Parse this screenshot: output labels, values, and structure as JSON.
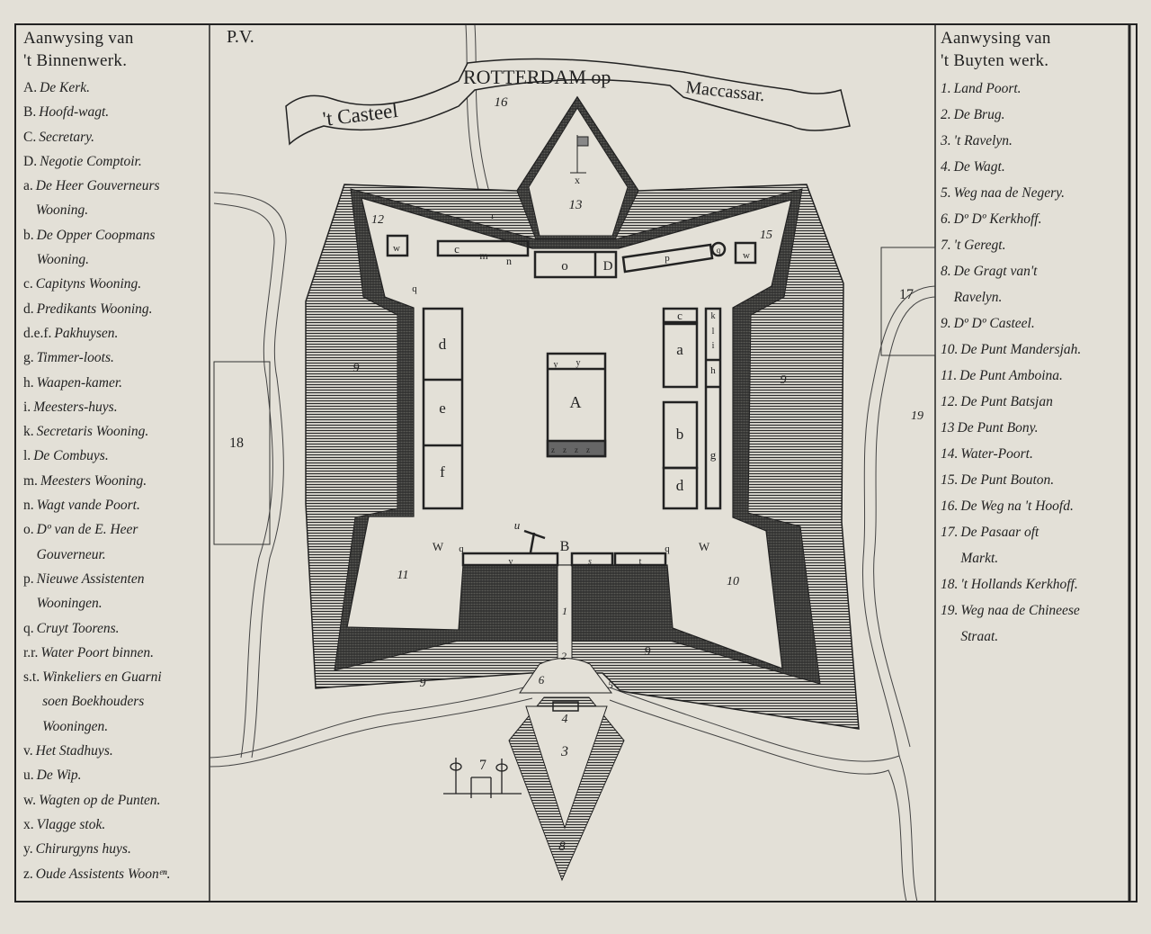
{
  "plate_number": "P.V.",
  "title": {
    "part1": "'t Casteel",
    "part2": "ROTTERDAM op",
    "part3": "Maccassar."
  },
  "legend_inner": {
    "heading_line1": "Aanwysing van",
    "heading_line2": "'t Binnenwerk.",
    "items": [
      {
        "key": "A.",
        "text": "De Kerk."
      },
      {
        "key": "B.",
        "text": "Hoofd-wagt."
      },
      {
        "key": "C.",
        "text": "Secretary."
      },
      {
        "key": "D.",
        "text": "Negotie Comptoir."
      },
      {
        "key": "a.",
        "text": "De Heer Gouverneurs\nWooning."
      },
      {
        "key": "b.",
        "text": "De Opper Coopmans\nWooning."
      },
      {
        "key": "c.",
        "text": "Capityns Wooning."
      },
      {
        "key": "d.",
        "text": "Predikants Wooning."
      },
      {
        "key": "d.e.f.",
        "text": "Pakhuysen."
      },
      {
        "key": "g.",
        "text": "Timmer-loots."
      },
      {
        "key": "h.",
        "text": "Waapen-kamer."
      },
      {
        "key": "i.",
        "text": "Meesters-huys."
      },
      {
        "key": "k.",
        "text": "Secretaris Wooning."
      },
      {
        "key": "l.",
        "text": "De Combuys."
      },
      {
        "key": "m.",
        "text": "Meesters Wooning."
      },
      {
        "key": "n.",
        "text": "Wagt vande Poort."
      },
      {
        "key": "o.",
        "text": "Dº van de E. Heer\nGouverneur."
      },
      {
        "key": "p.",
        "text": "Nieuwe Assistenten\nWooningen."
      },
      {
        "key": "q.",
        "text": "Cruyt Toorens."
      },
      {
        "key": "r.r.",
        "text": "Water Poort binnen."
      },
      {
        "key": "s.t.",
        "text": "Winkeliers en Guarni\nsoen Boekhouders\nWooningen."
      },
      {
        "key": "v.",
        "text": "Het Stadhuys."
      },
      {
        "key": "u.",
        "text": "De Wip."
      },
      {
        "key": "w.",
        "text": "Wagten op de Punten."
      },
      {
        "key": "x.",
        "text": "Vlagge stok."
      },
      {
        "key": "y.",
        "text": "Chirurgyns huys."
      },
      {
        "key": "z.",
        "text": "Oude Assistents Woonᵉⁿ."
      }
    ]
  },
  "legend_outer": {
    "heading_line1": "Aanwysing van",
    "heading_line2": "'t Buyten werk.",
    "items": [
      {
        "key": "1.",
        "text": "Land Poort."
      },
      {
        "key": "2.",
        "text": "De Brug."
      },
      {
        "key": "3.",
        "text": "'t Ravelyn."
      },
      {
        "key": "4.",
        "text": "De Wagt."
      },
      {
        "key": "5.",
        "text": "Weg naa de Negery."
      },
      {
        "key": "6.",
        "text": "Dº Dº Kerkhoff."
      },
      {
        "key": "7.",
        "text": "'t Geregt."
      },
      {
        "key": "8.",
        "text": "De Gragt van't\nRavelyn."
      },
      {
        "key": "9.",
        "text": "Dº Dº Casteel."
      },
      {
        "key": "10.",
        "text": "De Punt Mandersjah."
      },
      {
        "key": "11.",
        "text": "De Punt Amboina."
      },
      {
        "key": "12.",
        "text": "De Punt Batsjan"
      },
      {
        "key": "13",
        "text": "De Punt Bony."
      },
      {
        "key": "14.",
        "text": "Water-Poort."
      },
      {
        "key": "15.",
        "text": "De Punt Bouton."
      },
      {
        "key": "16.",
        "text": "De Weg na 't Hoofd."
      },
      {
        "key": "17.",
        "text": "De Pasaar oft\nMarkt."
      },
      {
        "key": "18.",
        "text": "'t Hollands Kerkhoff."
      },
      {
        "key": "19.",
        "text": "Weg naa de Chineese\nStraat."
      }
    ]
  },
  "map": {
    "labels": [
      "16",
      "13",
      "12",
      "15",
      "9",
      "9",
      "9",
      "9",
      "10",
      "11",
      "1",
      "2",
      "6",
      "5",
      "4",
      "3",
      "8",
      "7",
      "19",
      "17",
      "18",
      "A",
      "B",
      "D",
      "o",
      "a",
      "b",
      "c",
      "d",
      "d",
      "e",
      "f",
      "k",
      "l",
      "i",
      "h",
      "g",
      "c",
      "m",
      "n",
      "p",
      "w",
      "w",
      "W",
      "W",
      "q",
      "q",
      "v",
      "s",
      "t",
      "u",
      "x",
      "y",
      "y",
      "z",
      "z",
      "z",
      "z",
      "q",
      "q",
      "r"
    ]
  },
  "colors": {
    "paper": "#e3e0d7",
    "ink": "#222222"
  }
}
